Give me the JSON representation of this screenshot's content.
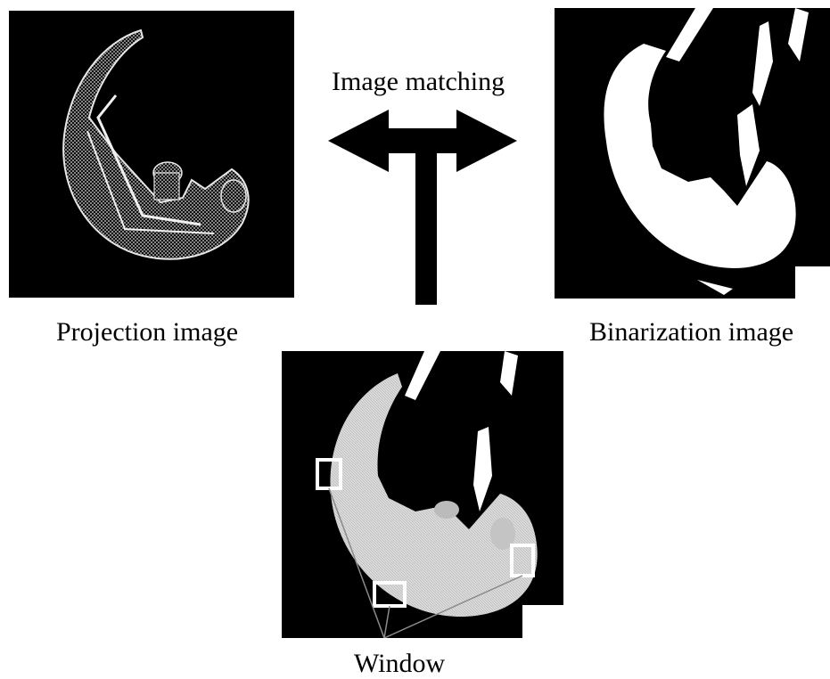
{
  "captions": {
    "projection": "Projection image",
    "binarization": "Binarization image",
    "matching": "Image matching",
    "window": "Window"
  }
}
